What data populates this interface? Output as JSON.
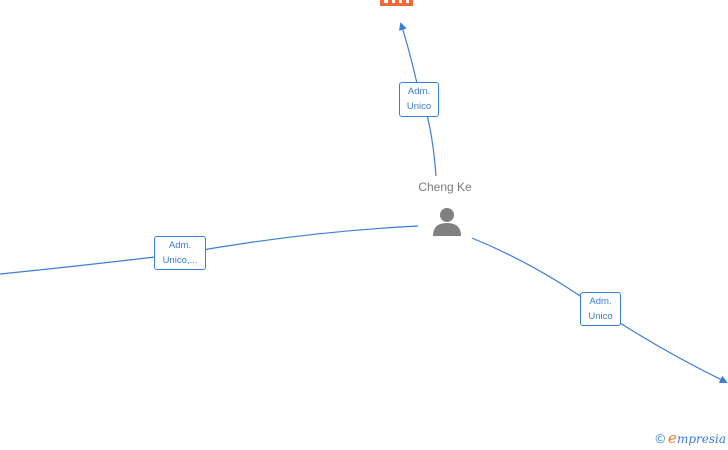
{
  "person": {
    "name": "Cheng Ke",
    "icon": "person-icon"
  },
  "company": {
    "icon": "building-icon",
    "color": "#f06a35"
  },
  "edges": [
    {
      "id": "top",
      "label_line1": "Adm.",
      "label_line2": "Unico"
    },
    {
      "id": "left",
      "label_line1": "Adm.",
      "label_line2": "Unico,..."
    },
    {
      "id": "right",
      "label_line1": "Adm.",
      "label_line2": "Unico"
    }
  ],
  "brand": {
    "copyright": "©",
    "initial": "e",
    "rest": "mpresia"
  },
  "colors": {
    "edge": "#3b7dd8",
    "person": "#808080",
    "text": "#7a7a7a"
  }
}
